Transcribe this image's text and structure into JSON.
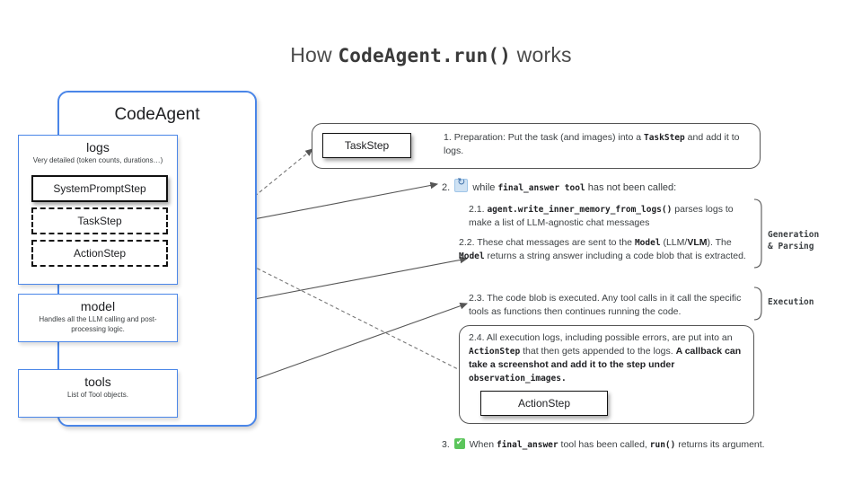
{
  "title": {
    "prefix": "How ",
    "code": "CodeAgent.run()",
    "suffix": " works"
  },
  "agent": {
    "name": "CodeAgent",
    "logs": {
      "heading": "logs",
      "subtitle": "Very detailed (token counts, durations…)",
      "steps": [
        {
          "label": "SystemPromptStep",
          "style": "solid"
        },
        {
          "label": "TaskStep",
          "style": "dashed"
        },
        {
          "label": "ActionStep",
          "style": "dashed"
        }
      ]
    },
    "model": {
      "heading": "model",
      "subtitle": "Handles all the LLM calling and post-processing logic."
    },
    "tools": {
      "heading": "tools",
      "subtitle": "List of Tool objects."
    }
  },
  "flow": {
    "step1": {
      "box_label": "TaskStep",
      "number": "1.",
      "text_a": "Preparation: Put the task (and images) into a ",
      "code_a": "TaskStep",
      "text_b": " and add it to logs."
    },
    "step2": {
      "number": "2.",
      "icon": "loop-icon",
      "text_a": "while ",
      "code_a": "final_answer tool",
      "text_b": " has not been called:"
    },
    "step21": {
      "number": "2.1.",
      "code_a": "agent.write_inner_memory_from_logs()",
      "text_a": " parses logs to make a list of LLM-agnostic chat messages"
    },
    "step22": {
      "number": "2.2.",
      "text_a": "These chat messages are sent to the ",
      "code_a": "Model",
      "text_b": " (LLM/",
      "bold_a": "VLM",
      "text_c": "). The ",
      "code_b": "Model",
      "text_d": " returns a string answer including a code blob that is extracted."
    },
    "step23": {
      "number": "2.3.",
      "text_a": "The code blob is executed. Any tool calls in it call the specific tools as functions then continues running the code."
    },
    "step24": {
      "number": "2.4.",
      "text_a": "All execution logs, including possible errors, are put into an ",
      "code_a": "ActionStep",
      "text_b": " that then gets appended to the logs. ",
      "bold_a": "A callback can  take a screenshot and add it to the step under ",
      "code_b": "observation_images.",
      "box_label": "ActionStep"
    },
    "step3": {
      "number": "3.",
      "icon": "check-icon",
      "text_a": "When ",
      "code_a": "final_answer",
      "text_b": " tool has been called, ",
      "code_b": "run()",
      "text_c": " returns its argument."
    },
    "groups": {
      "generation": "Generation\n& Parsing",
      "generation_l1": "Generation",
      "generation_l2": "& Parsing",
      "execution": "Execution"
    }
  },
  "colors": {
    "accent_blue": "#4a86e8",
    "text": "#3c4043",
    "check_green": "#5cc55c"
  }
}
